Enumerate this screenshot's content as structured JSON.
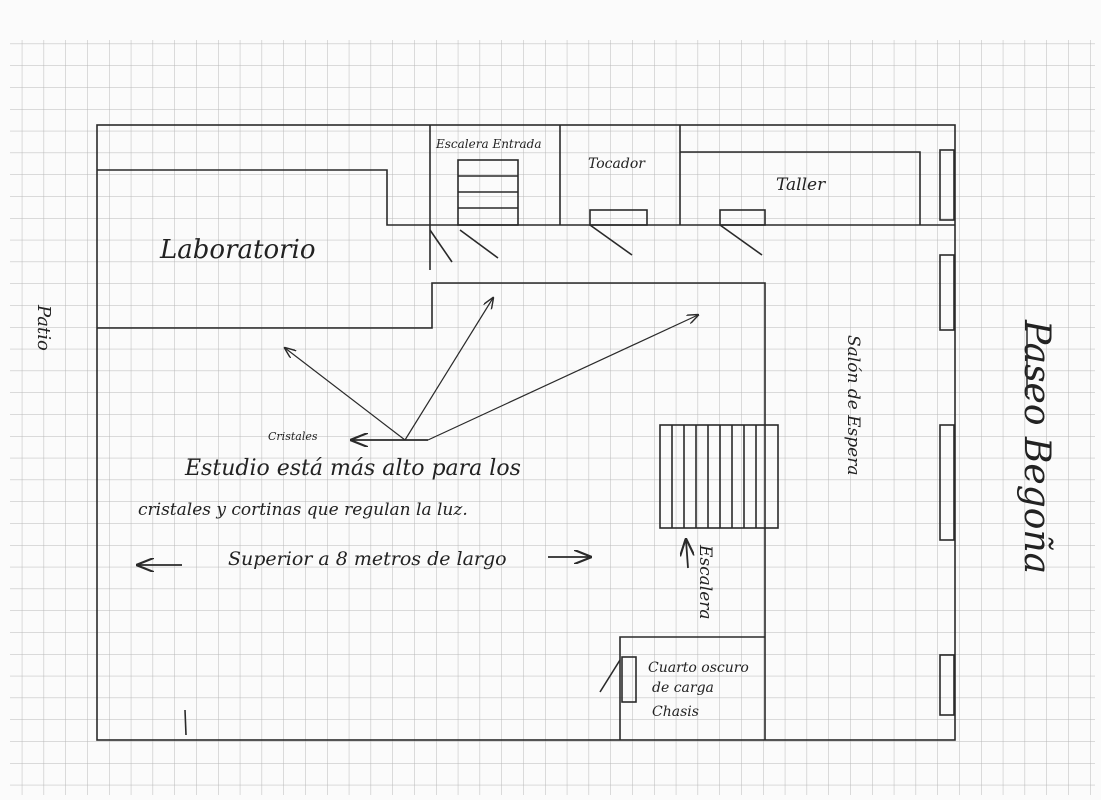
{
  "colors": {
    "ink": "#2a2a2a",
    "grid": "#b8b8b8",
    "paper": "#fbfbfb"
  },
  "labels": {
    "patio": "Patio",
    "laboratorio": "Laboratorio",
    "escalera_entrada": "Escalera Entrada",
    "tocador": "Tocador",
    "taller": "Taller",
    "salon_espera": "Salón de Espera",
    "paseo": "Paseo Begoña",
    "cristales": "Cristales",
    "estudio_line1": "Estudio está más alto para los",
    "estudio_line2": "cristales y cortinas que regulan la luz.",
    "largo": "Superior a 8 metros de largo",
    "escalera": "Escalera",
    "cuarto_line1": "Cuarto oscuro",
    "cuarto_line2": "de carga",
    "cuarto_line3": "Chasis"
  }
}
